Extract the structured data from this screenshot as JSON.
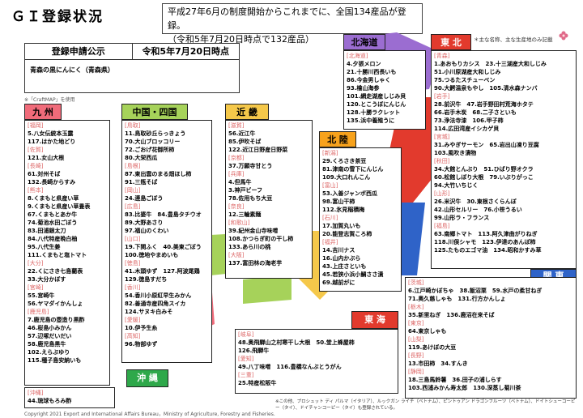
{
  "header": {
    "title": "ＧＩ登録状況",
    "note_line1": "平成27年6月の制度開始からこれまでに、全国134産品が登録。",
    "note_line2": "（令和5年7月20日時点で132産品）"
  },
  "side_note": "＊主な名称、主な生産地のみ記載",
  "application": {
    "label": "登録申請公示",
    "date": "令和5年7月20日時点",
    "item": "青森の黒にんにく（青森県）"
  },
  "map_credit": "※「CraftMAP」を使用",
  "regions": {
    "kyushu": {
      "title": "九 州",
      "color": "#f06b7a",
      "items": [
        {
          "t": "sub",
          "v": "[福岡]"
        },
        {
          "t": "it",
          "v": "5.八女伝統本玉露"
        },
        {
          "t": "it",
          "v": "117.はかた地どり"
        },
        {
          "t": "sub",
          "v": "[佐賀]"
        },
        {
          "t": "it",
          "v": "121.女山大根"
        },
        {
          "t": "sub",
          "v": "[長崎]"
        },
        {
          "t": "it",
          "v": "61.対州そば"
        },
        {
          "t": "it",
          "v": "132.長崎からすみ"
        },
        {
          "t": "sub",
          "v": "[熊本]"
        },
        {
          "t": "it",
          "v": "8.くまもと県産い草"
        },
        {
          "t": "it",
          "v": "9.くまもと県産い草畳表"
        },
        {
          "t": "it",
          "v": "67.くまもとあか牛"
        },
        {
          "t": "it",
          "v": "74.菊池水田ごぼう"
        },
        {
          "t": "it",
          "v": "83.田浦銀太刀"
        },
        {
          "t": "it",
          "v": "84.八代特産晩白柚"
        },
        {
          "t": "it",
          "v": "95.八代生姜"
        },
        {
          "t": "it",
          "v": "111.くまもと塩トマト"
        },
        {
          "t": "sub",
          "v": "[大分]"
        },
        {
          "t": "it",
          "v": "22.くにさき七島藺表"
        },
        {
          "t": "it",
          "v": "33.大分かぼす"
        },
        {
          "t": "sub",
          "v": "[宮崎]"
        },
        {
          "t": "it",
          "v": "55.宮崎牛"
        },
        {
          "t": "it",
          "v": "56.ヤマダイかんしょ"
        },
        {
          "t": "sub",
          "v": "[鹿児島]"
        },
        {
          "t": "it",
          "v": "7.鹿児島の壺造り黒酢"
        },
        {
          "t": "it",
          "v": "46.桜島小みかん"
        },
        {
          "t": "it",
          "v": "57.辺塚だいだい"
        },
        {
          "t": "it",
          "v": "58.鹿児島黒牛"
        },
        {
          "t": "it",
          "v": "102.えらぶゆり"
        },
        {
          "t": "it",
          "v": "115.種子島安納いも"
        }
      ]
    },
    "chugoku": {
      "title": "中国・四国",
      "color": "#a6d25a",
      "items": [
        {
          "t": "sub",
          "v": "[鳥取]"
        },
        {
          "t": "it",
          "v": "11.鳥取砂丘らっきょう"
        },
        {
          "t": "it",
          "v": "70.大山ブロッコリー"
        },
        {
          "t": "it",
          "v": "72.ごおげ花御所柿"
        },
        {
          "t": "it",
          "v": "80.大栄西瓜"
        },
        {
          "t": "sub",
          "v": "[島根]"
        },
        {
          "t": "it",
          "v": "87.東出雲のまる畑ほし柿"
        },
        {
          "t": "it",
          "v": "91.三瓶そば"
        },
        {
          "t": "sub",
          "v": "[岡山]"
        },
        {
          "t": "it",
          "v": "24.連島ごぼう"
        },
        {
          "t": "sub",
          "v": "[広島]"
        },
        {
          "t": "it",
          "v": "83.比婆牛　84.豊島タチウオ"
        },
        {
          "t": "it",
          "v": "89.大野あさり"
        },
        {
          "t": "it",
          "v": "97.福山のくわい"
        },
        {
          "t": "sub",
          "v": "[山口]"
        },
        {
          "t": "it",
          "v": "19.下関ふく　40.美東ごぼう"
        },
        {
          "t": "it",
          "v": "100.徳地やまめいも"
        },
        {
          "t": "sub",
          "v": "[徳島]"
        },
        {
          "t": "it",
          "v": "41.木頭ゆず　127.阿波尾鶏"
        },
        {
          "t": "it",
          "v": "129.徳島すだち"
        },
        {
          "t": "sub",
          "v": "[香川]"
        },
        {
          "t": "it",
          "v": "54.香川小原紅早生みかん"
        },
        {
          "t": "it",
          "v": "82.善通寺産四角スイカ"
        },
        {
          "t": "it",
          "v": "124.サヌキ白みそ"
        },
        {
          "t": "sub",
          "v": "[愛媛]"
        },
        {
          "t": "it",
          "v": "10.伊予生糸"
        },
        {
          "t": "sub",
          "v": "[高知]"
        },
        {
          "t": "it",
          "v": "96.物部ゆず"
        }
      ]
    },
    "kinki": {
      "title": "近 畿",
      "color": "#f5c84a",
      "items": [
        {
          "t": "sub",
          "v": "[滋賀]"
        },
        {
          "t": "it",
          "v": "56.近江牛"
        },
        {
          "t": "it",
          "v": "85.伊吹そば"
        },
        {
          "t": "it",
          "v": "122.近江日野産日野菜"
        },
        {
          "t": "sub",
          "v": "[京都]"
        },
        {
          "t": "it",
          "v": "37.万願寺甘とう"
        },
        {
          "t": "sub",
          "v": "[兵庫]"
        },
        {
          "t": "it",
          "v": "4.但馬牛"
        },
        {
          "t": "it",
          "v": "3.神戸ビーフ"
        },
        {
          "t": "it",
          "v": "78.佐用もち大豆"
        },
        {
          "t": "sub",
          "v": "[奈良]"
        },
        {
          "t": "it",
          "v": "12.三輪素麺"
        },
        {
          "t": "sub",
          "v": "[和歌山]"
        },
        {
          "t": "it",
          "v": "39.紀州金山寺味噌"
        },
        {
          "t": "it",
          "v": "108.かつらぎ町の干し柿"
        },
        {
          "t": "it",
          "v": "133.あら川の桃"
        },
        {
          "t": "sub",
          "v": "[大阪]"
        },
        {
          "t": "it",
          "v": "137.富田林の海老芋"
        }
      ]
    },
    "hokuriku": {
      "title": "北 陸",
      "color": "#f7a21c",
      "items": [
        {
          "t": "sub",
          "v": "[新潟]"
        },
        {
          "t": "it",
          "v": "29.くろさき茶豆"
        },
        {
          "t": "it",
          "v": "81.津南の雪下にんじん"
        },
        {
          "t": "it",
          "v": "109.大口れんこん"
        },
        {
          "t": "sub",
          "v": "[富山]"
        },
        {
          "t": "it",
          "v": "53.入善ジャンボ西瓜"
        },
        {
          "t": "it",
          "v": "98.富山干柿"
        },
        {
          "t": "it",
          "v": "112.氷見稲積梅"
        },
        {
          "t": "sub",
          "v": "[石川]"
        },
        {
          "t": "it",
          "v": "17.加賀丸いも"
        },
        {
          "t": "it",
          "v": "20.能登志賀ころ柿"
        },
        {
          "t": "sub",
          "v": "[福井]"
        },
        {
          "t": "it",
          "v": "14.吉川ナス"
        },
        {
          "t": "it",
          "v": "16.山内かぶら"
        },
        {
          "t": "it",
          "v": "43.上庄さといも"
        },
        {
          "t": "it",
          "v": "45.若狭小浜小鯛ささ漬"
        },
        {
          "t": "it",
          "v": "69.越前がに"
        }
      ]
    },
    "hokkaido": {
      "title": "北海道",
      "color": "#9b6dd1",
      "items": [
        {
          "t": "sub",
          "v": "[北海道]"
        },
        {
          "t": "it",
          "v": "4.夕張メロン"
        },
        {
          "t": "it",
          "v": "21.十勝川西長いも"
        },
        {
          "t": "it",
          "v": "86.今金男しゃく"
        },
        {
          "t": "it",
          "v": "93.檜山海参"
        },
        {
          "t": "it",
          "v": "101.網走湖産しじみ貝"
        },
        {
          "t": "it",
          "v": "120.とこうぼにんじん"
        },
        {
          "t": "it",
          "v": "128.十勝ラクレット"
        },
        {
          "t": "it",
          "v": "135.浜中養殖うに"
        }
      ]
    },
    "tohoku": {
      "title": "東 北",
      "color": "#e23a2d",
      "items": [
        {
          "t": "sub",
          "v": "[青森]"
        },
        {
          "t": "it",
          "v": "1.あおもりカシス　23.十三湖産大和しじみ"
        },
        {
          "t": "it",
          "v": "51.小川原湖産大和しじみ"
        },
        {
          "t": "it",
          "v": "75.つるたスチューベン"
        },
        {
          "t": "it",
          "v": "90.大鰐温泉もやし　105.清水森ナンバ"
        },
        {
          "t": "sub",
          "v": "[岩手]"
        },
        {
          "t": "it",
          "v": "28.前沢牛　47.岩手野田村荒海ホタテ"
        },
        {
          "t": "it",
          "v": "66.岩手木炭　68.二子さといも"
        },
        {
          "t": "it",
          "v": "73.浄法寺漆　106.甲子柿"
        },
        {
          "t": "it",
          "v": "114.広田湾産イシカゲ貝"
        },
        {
          "t": "sub",
          "v": "[宮城]"
        },
        {
          "t": "it",
          "v": "31.みやぎサーモン　65.岩出山凍り豆腐"
        },
        {
          "t": "it",
          "v": "103.風吹き漬物"
        },
        {
          "t": "sub",
          "v": "[秋田]"
        },
        {
          "t": "it",
          "v": "34.大館とんぶり　51.ひばり野オクラ"
        },
        {
          "t": "it",
          "v": "60.松館しぼり大根　79.いぶりがっこ"
        },
        {
          "t": "it",
          "v": "94.大竹いちじく"
        },
        {
          "t": "sub",
          "v": "[山形]"
        },
        {
          "t": "it",
          "v": "26.米沢牛　30.東根さくらんぼ"
        },
        {
          "t": "it",
          "v": "42.山形セルリー　76.小笹うるい"
        },
        {
          "t": "it",
          "v": "99.山形ラ・フランス"
        },
        {
          "t": "sub",
          "v": "[福島]"
        },
        {
          "t": "it",
          "v": "63.南郷トマト　113.阿久津曲がりねぎ"
        },
        {
          "t": "it",
          "v": "118.川俣シャモ　123.伊達のあんぽ柿"
        },
        {
          "t": "it",
          "v": "125.たものエゴマ油　134.昭和かすみ草"
        }
      ]
    },
    "kanto": {
      "title": "関 東",
      "color": "#2f63c8",
      "items": [
        {
          "t": "sub",
          "v": "[茨城]"
        },
        {
          "t": "it",
          "v": "6.江戸崎かぼちゃ　38.飯沼栗　59.水戸の柔甘ねぎ"
        },
        {
          "t": "it",
          "v": "71.奥久慈しゃも　131.行方かんしょ"
        },
        {
          "t": "sub",
          "v": "[栃木]"
        },
        {
          "t": "it",
          "v": "35.新里ねぎ　136.鹿沼在来そば"
        },
        {
          "t": "sub",
          "v": "[東京]"
        },
        {
          "t": "it",
          "v": "64.東京しゃも"
        },
        {
          "t": "sub",
          "v": "[山梨]"
        },
        {
          "t": "it",
          "v": "119.あけぼの大豆"
        },
        {
          "t": "sub",
          "v": "[長野]"
        },
        {
          "t": "it",
          "v": "13.市田柿　34.すんき"
        },
        {
          "t": "sub",
          "v": "[静岡]"
        },
        {
          "t": "it",
          "v": "18.三島馬鈴薯　36.田子の浦しらす"
        },
        {
          "t": "it",
          "v": "103.西浦みかん寿太郎　130.深蒸し菊川茶"
        }
      ]
    },
    "tokai": {
      "title": "東 海",
      "color": "#e23a2d",
      "items": [
        {
          "t": "sub",
          "v": "[岐阜]"
        },
        {
          "t": "it",
          "v": "48.奥飛騨山之村寒干し大根　50.堂上蜂屋柿"
        },
        {
          "t": "it",
          "v": "126.飛騨牛"
        },
        {
          "t": "sub",
          "v": "[愛知]"
        },
        {
          "t": "it",
          "v": "49.八丁味噌　116.豊橋なんぶとうがん"
        },
        {
          "t": "sub",
          "v": "[三重]"
        },
        {
          "t": "it",
          "v": "25.特産松阪牛"
        }
      ]
    },
    "okinawa": {
      "title": "沖 縄",
      "color": "#2ea84a",
      "items": [
        {
          "t": "sub",
          "v": "[沖縄]"
        },
        {
          "t": "it",
          "v": "44.琉球もろみ酢"
        }
      ]
    }
  },
  "legend_bottom": "※この他、プロシュット ディ パルマ（イタリア）、ルックガン ライチ（ベトナム）、ピントゥアン ドラゴンフルーツ（ベトナム）、ドイトシューコーピー（タイ）、ドイチャンコーピー（タイ）も登録されている。",
  "copyright": "Copyright 2021 Export and International Affairs Bureau，Ministry of Agriculture, Forestry and Fisheries."
}
